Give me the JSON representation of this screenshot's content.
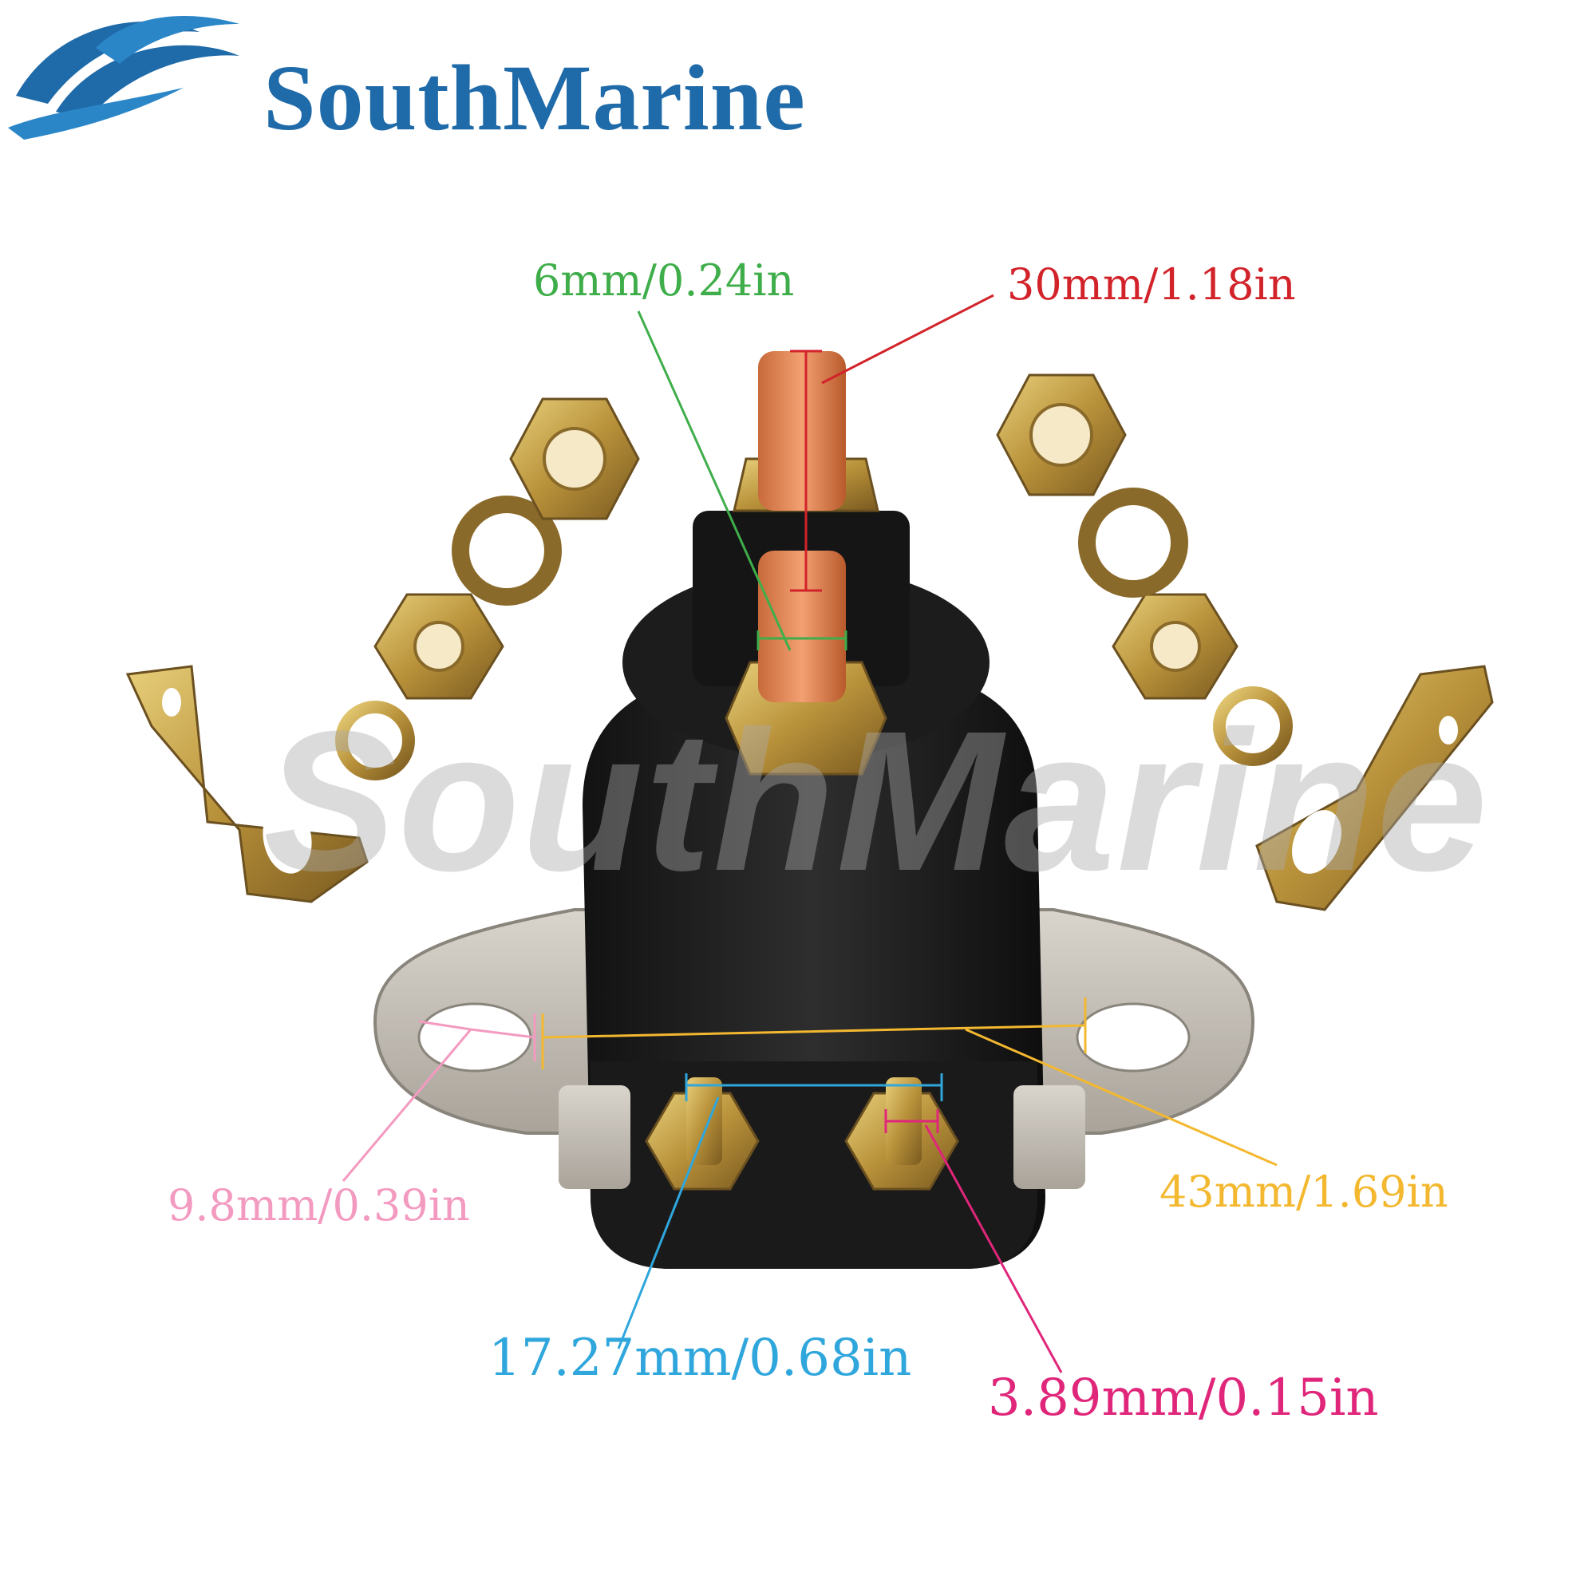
{
  "brand": {
    "name": "SouthMarine",
    "watermark": "SouthMarine",
    "color": "#1f6aa8"
  },
  "dimensions": {
    "stud_diameter": {
      "text": "6mm/0.24in",
      "color": "#3fae4a"
    },
    "stud_length": {
      "text": "30mm/1.18in",
      "color": "#d2232a"
    },
    "hole_width": {
      "text": "9.8mm/0.39in",
      "color": "#f39ac0"
    },
    "mount_width": {
      "text": "43mm/1.69in",
      "color": "#f3b82f"
    },
    "terminal_spacing": {
      "text": "17.27mm/0.68in",
      "color": "#2fa6dc"
    },
    "terminal_diameter": {
      "text": "3.89mm/0.15in",
      "color": "#e0267a"
    }
  }
}
